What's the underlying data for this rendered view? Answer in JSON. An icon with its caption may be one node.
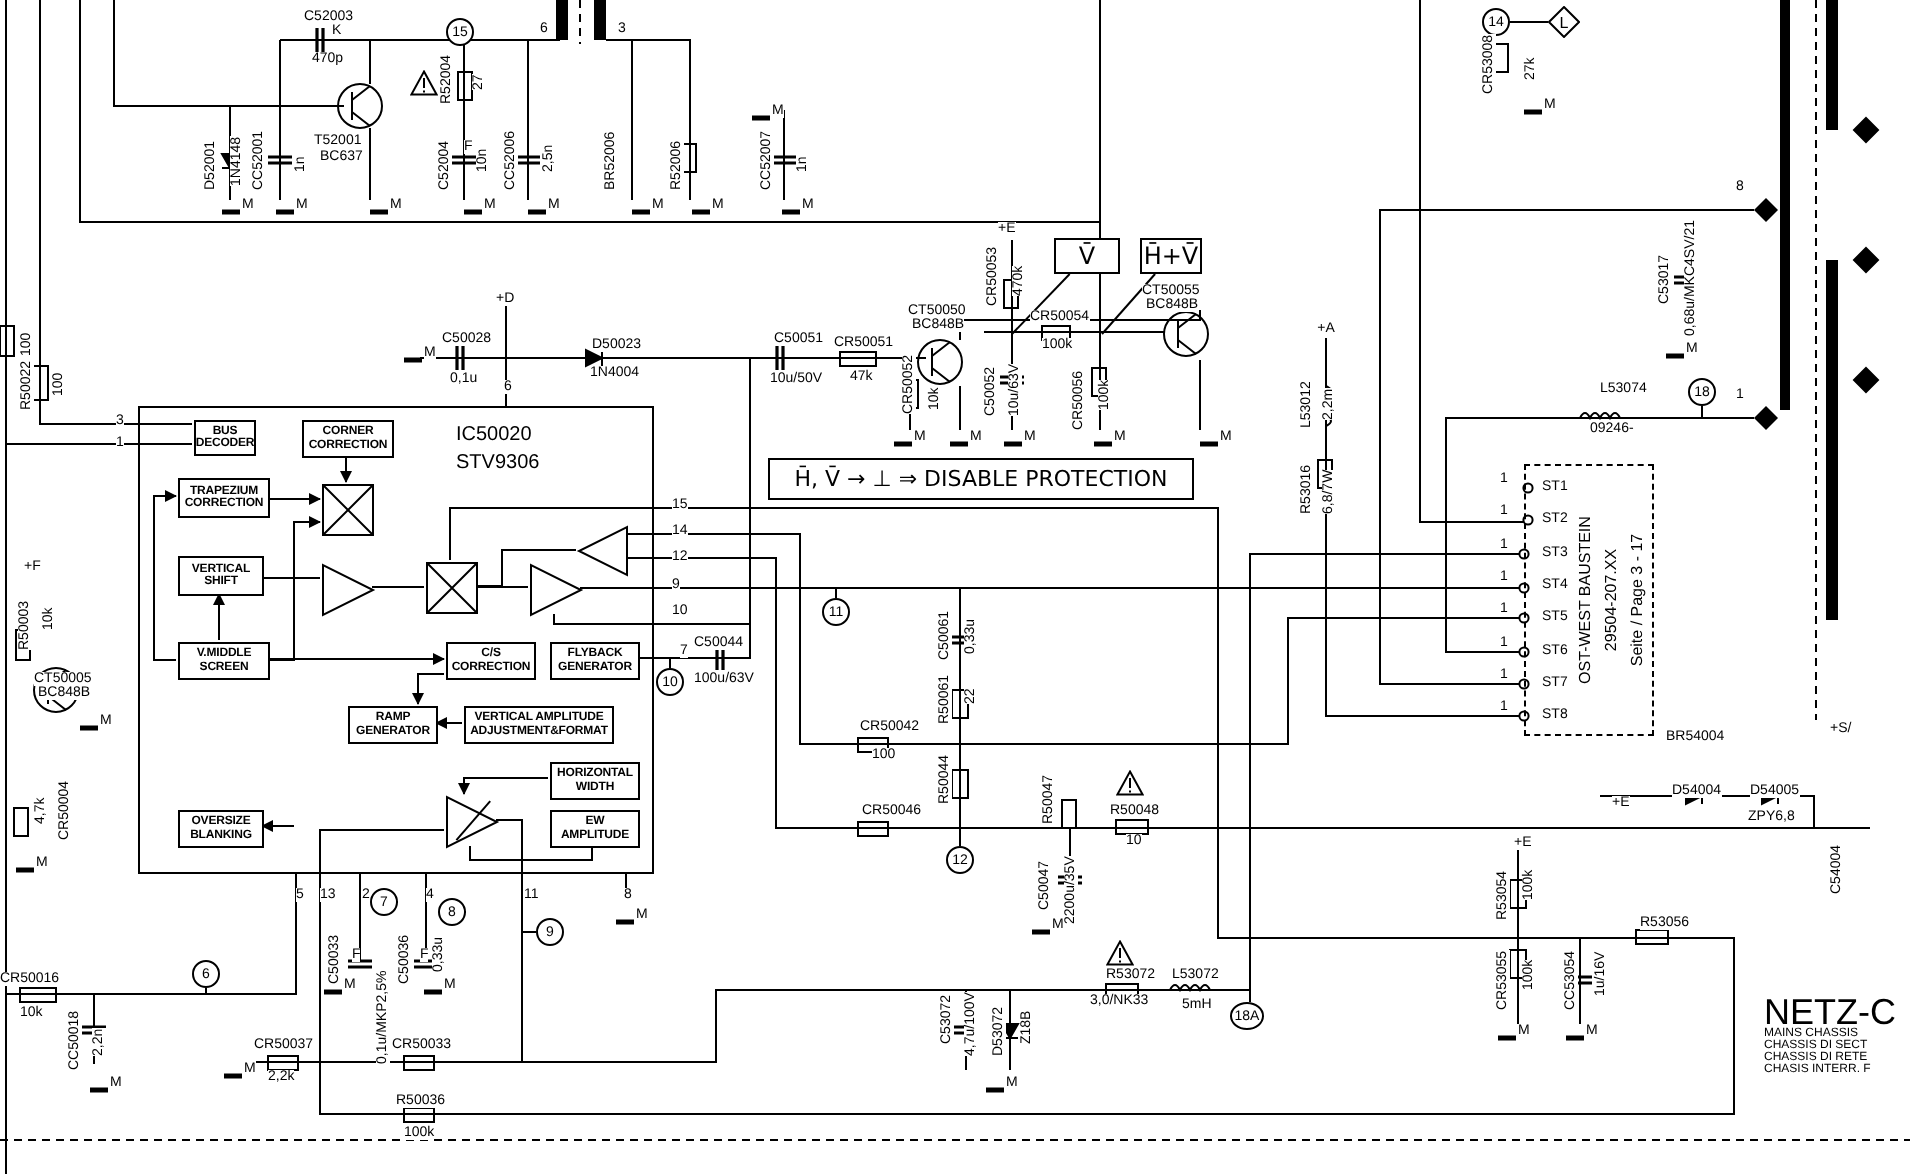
{
  "diagram": {
    "nodes": [
      {
        "text": [
          "IC50020",
          "STV9306"
        ]
      },
      {
        "text": [
          "BUS DECODER"
        ],
        "in": 0
      },
      {
        "text": [
          "CORNER CORRECTION"
        ],
        "in": 0
      },
      {
        "text": [
          "TRAPEZIUM CORRECTION"
        ],
        "in": 0
      },
      {
        "text": [],
        "shape": "box",
        "in": 0
      },
      {
        "text": [
          "VERTICAL SHIFT"
        ],
        "in": 0
      },
      {
        "text": [],
        "shape": "triangle",
        "in": 0
      },
      {
        "text": [],
        "shape": "box",
        "in": 0
      },
      {
        "text": [],
        "shape": "triangle",
        "in": 0
      },
      {
        "text": [],
        "shape": "triangle",
        "in": 0
      },
      {
        "text": [
          "V.MIDDLE SCREEN"
        ],
        "in": 0
      },
      {
        "text": [
          "C/S CORRECTION"
        ],
        "in": 0
      },
      {
        "text": [
          "FLYBACK GENERATOR"
        ],
        "in": 0
      },
      {
        "text": [
          "RAMP GENERATOR"
        ],
        "in": 0
      },
      {
        "text": [
          "VERTICAL AMPLITUDE ADJUSTMENT&FORMAT"
        ],
        "in": 0
      },
      {
        "text": [
          "HORIZONTAL WIDTH"
        ],
        "in": 0
      },
      {
        "text": [
          "OVERSIZE BLANKING"
        ],
        "in": 0
      },
      {
        "text": [],
        "shape": "triangle",
        "in": 0
      },
      {
        "text": [
          "EW AMPLITUDE"
        ],
        "in": 0
      },
      {
        "text": [
          "V̄"
        ]
      },
      {
        "text": [
          "H̄+V̄"
        ]
      },
      {
        "text": [
          "H̄, V̄ → ⊥ ⇒ DISABLE PROTECTION"
        ]
      },
      {
        "text": [
          "OST-WEST BAUSTEIN",
          "29504-207.XX",
          "Seite / Page 3 - 17"
        ]
      },
      {
        "text": [
          "15"
        ]
      },
      {
        "text": [
          "14"
        ]
      },
      {
        "text": [
          "18"
        ]
      },
      {
        "text": [
          "11"
        ]
      },
      {
        "text": [
          "10"
        ]
      },
      {
        "text": [
          "7"
        ]
      },
      {
        "text": [
          "8"
        ]
      },
      {
        "text": [
          "9"
        ]
      },
      {
        "text": [
          "6"
        ]
      },
      {
        "text": [
          "12"
        ]
      },
      {
        "text": [
          "18A"
        ]
      },
      {
        "text": [
          "L"
        ]
      },
      {
        "text": [],
        "shape": "diamond",
        "beside": [
          "8"
        ]
      },
      {
        "text": [],
        "shape": "diamond",
        "beside": [
          "1"
        ]
      },
      {
        "text": [
          "+A"
        ]
      }
    ],
    "edges": [
      {
        "from": 2,
        "to": 4,
        "arrow": "to"
      },
      {
        "from": 3,
        "to": 4,
        "arrow": "to"
      },
      {
        "from": 10,
        "to": 3,
        "arrow": "to"
      },
      {
        "from": 10,
        "to": 5,
        "arrow": "to"
      },
      {
        "from": 5,
        "to": 6,
        "arrow": "none"
      },
      {
        "from": 10,
        "to": 4,
        "arrow": "to"
      },
      {
        "from": 10,
        "to": 11,
        "arrow": "to"
      },
      {
        "from": 11,
        "to": 13,
        "arrow": "to"
      },
      {
        "from": 14,
        "to": 13,
        "arrow": "to"
      },
      {
        "from": 6,
        "to": 7,
        "arrow": "none"
      },
      {
        "from": 7,
        "to": 9,
        "arrow": "none"
      },
      {
        "from": 8,
        "to": 7,
        "arrow": "none"
      },
      {
        "from": 15,
        "to": 17,
        "arrow": "to"
      },
      {
        "from": 18,
        "to": 17,
        "arrow": "none"
      },
      {
        "from": null,
        "to": 16,
        "arrow": "to"
      },
      {
        "from": 19,
        "to": null,
        "arrow": "none"
      },
      {
        "from": 20,
        "to": null,
        "arrow": "none"
      },
      {
        "from": 9,
        "to": 22,
        "arrow": "other"
      },
      {
        "from": 8,
        "to": 22,
        "arrow": "other"
      },
      {
        "from": 25,
        "to": 22,
        "arrow": "other"
      },
      {
        "from": 17,
        "to": 33,
        "arrow": "none"
      },
      {
        "from": 33,
        "to": 22,
        "arrow": "other"
      },
      {
        "from": 24,
        "to": 34,
        "arrow": "none"
      },
      {
        "from": 7,
        "to": 17,
        "arrow": "none"
      },
      {
        "from": 9,
        "to": 27,
        "arrow": "none"
      },
      {
        "from": 35,
        "to": 22,
        "arrow": "other"
      },
      {
        "from": 36,
        "to": 25,
        "arrow": "none"
      },
      {
        "from": 37,
        "to": 22,
        "arrow": "other"
      },
      {
        "from": 9,
        "to": 32,
        "arrow": "none"
      },
      {
        "from": null,
        "to": 1,
        "arrow": "none"
      },
      {
        "from": null,
        "to": 1,
        "arrow": "none"
      },
      {
        "from": 12,
        "to": 27,
        "arrow": "none"
      }
    ],
    "labels": [
      "C52003",
      "K",
      "470p",
      "6",
      "3",
      "R52004",
      "27",
      "T52001",
      "BC637",
      "D52001",
      "1N4148",
      "CC52001",
      "1n",
      "C52004",
      "F",
      "10n",
      "CC52006",
      "2,5n",
      "BR52006",
      "R52006",
      "M",
      "CC52007",
      "1n",
      "M",
      "M",
      "M",
      "M",
      "M",
      "M",
      "M",
      "M",
      "CR53008",
      "27k",
      "M",
      "+E",
      "CR50053",
      "470k",
      "CT50050",
      "BC848B",
      "CR50054",
      "100k",
      "CT50055",
      "BC848B",
      "C53017",
      "0,68u/MKC4SV/21",
      "M",
      "+D",
      "M",
      "C50028",
      "0,1u",
      "6",
      "D50023",
      "1N4004",
      "C50051",
      "10u/50V",
      "CR50051",
      "47k",
      "L53074",
      "09246-",
      "100",
      "R50022",
      "100",
      "CR50052",
      "10k",
      "C50052",
      "10u/63V",
      "CR50056",
      "100k",
      "L53012",
      "2,2m",
      "M",
      "M",
      "M",
      "M",
      "M",
      "3",
      "1",
      "R53016",
      "6,8/7W",
      "15",
      "14",
      "12",
      "+F",
      "9",
      "10",
      "R50003",
      "10k",
      "7",
      "C50044",
      "C50061",
      "0,33u",
      "CT50005",
      "100u/63V",
      "BC848B",
      "M",
      "R50061",
      "22",
      "CR50042",
      "100",
      "BR54004",
      "+S/",
      "D54004",
      "D54005",
      "+E",
      "R50044",
      "CR50046",
      "ZPY6,8",
      "4,7k",
      "R50047",
      "R50048",
      "10",
      "CR50004",
      "+E",
      "M",
      "5",
      "13",
      "2",
      "4",
      "11",
      "8",
      "C54004",
      "M",
      "C50047",
      "2200u/35V",
      "M",
      "R53054",
      "100k",
      "R53056",
      "C50033",
      "F",
      "0,1u/MKP2,5%",
      "M",
      "C50036",
      "F",
      "0,33u",
      "M",
      "CR50016",
      "R53072",
      "L53072",
      "3,0/NK33",
      "5mH",
      "NETZ-C",
      "10k",
      "CR53055",
      "100k",
      "CC53054",
      "1u/16V",
      "M",
      "M",
      "MAINS CHASSIS",
      "CR50037",
      "CR50033",
      "C53072",
      "4,7u/100V",
      "D53072",
      "Z18B",
      "CHASSIS DI SECT",
      "CHASSIS DI RETE",
      "CC50018",
      "2,2n",
      "M",
      "M",
      "2,2k",
      "M",
      "CHASIS INTERR. F",
      "R50036",
      "100k",
      "1",
      "ST1",
      "1",
      "ST2",
      "1",
      "ST3",
      "1",
      "ST4",
      "1",
      "ST5",
      "1",
      "ST6",
      "1",
      "ST7",
      "1",
      "ST8"
    ]
  }
}
